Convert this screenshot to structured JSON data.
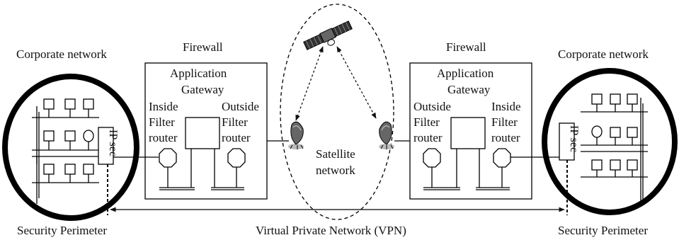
{
  "labels": {
    "corporate_left": "Corporate network",
    "corporate_right": "Corporate network",
    "firewall_left": "Firewall",
    "firewall_right": "Firewall",
    "app_gateway_left_1": "Application",
    "app_gateway_left_2": "Gateway",
    "app_gateway_right_1": "Application",
    "app_gateway_right_2": "Gateway",
    "inside_left": "Inside",
    "filter_left_in": "Filter",
    "router_left_in": "router",
    "outside_left": "Outside",
    "filter_left_out": "Filter",
    "router_left_out": "router",
    "outside_right": "Outside",
    "filter_right_out": "Filter",
    "router_right_out": "router",
    "inside_right": "Inside",
    "filter_right_in": "Filter",
    "router_right_in": "router",
    "ipsec_left": "IP sec",
    "ipsec_right": "IP sec",
    "satellite_1": "Satellite",
    "satellite_2": "network",
    "security_left": "Security Perimeter",
    "security_right": "Security Perimeter",
    "vpn": "Virtual Private Network (VPN)"
  },
  "icons": {
    "satellite": "satellite-icon",
    "dish": "satellite-dish-icon",
    "router": "router-octagon-icon",
    "workstation": "workstation-icon"
  }
}
